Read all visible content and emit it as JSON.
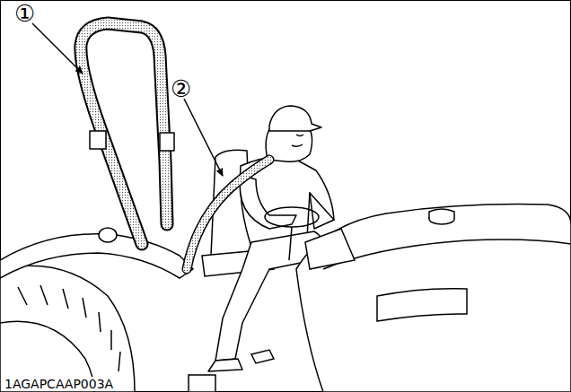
{
  "diagram": {
    "labels": [
      "①",
      "②",
      "1AGAPCAAP003A"
    ]
  }
}
